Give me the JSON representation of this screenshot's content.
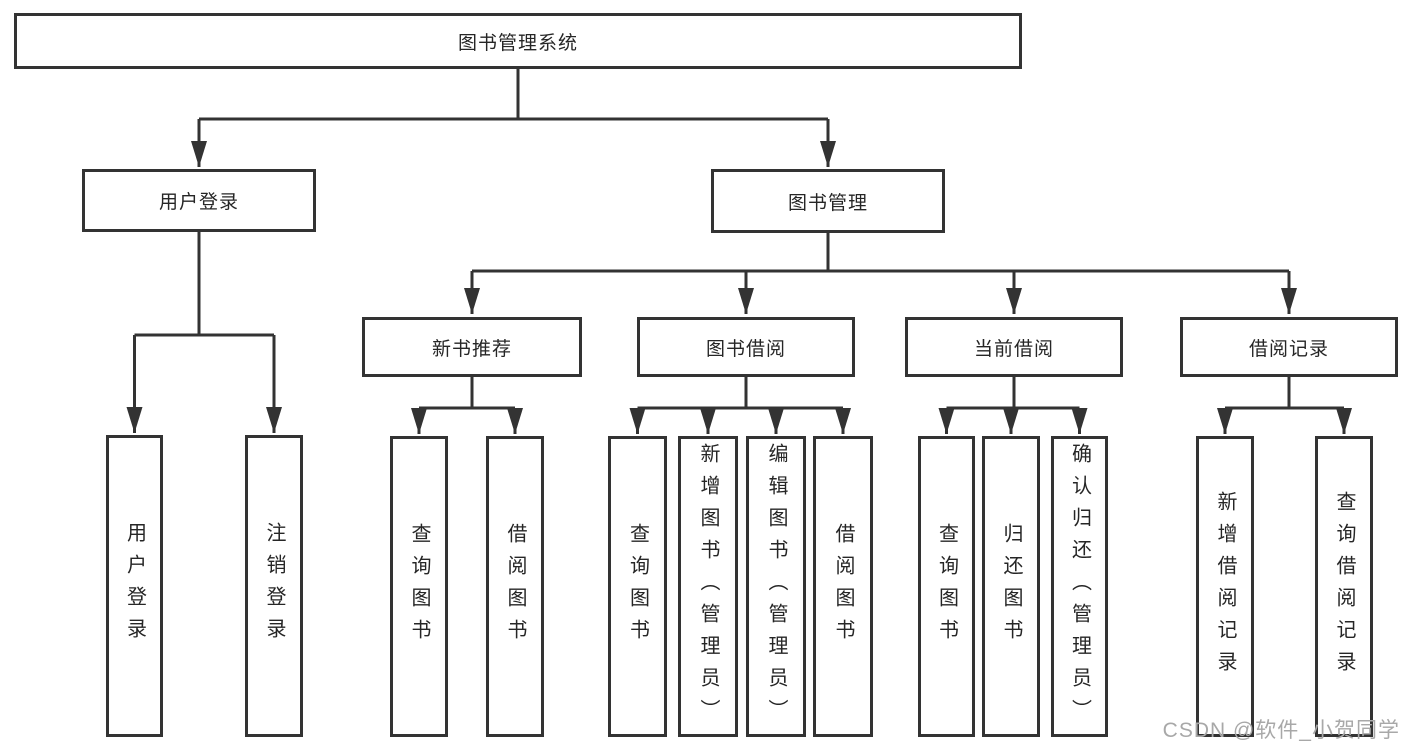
{
  "diagram": {
    "type": "hierarchy-tree",
    "colors": {
      "line": "#333333",
      "box_border": "#333333",
      "box_fill": "#ffffff",
      "text": "#262626",
      "watermark": "#a8a8a8",
      "background": "#ffffff"
    },
    "tree": {
      "label": "图书管理系统",
      "children": [
        {
          "label": "用户登录",
          "children": [
            {
              "label": "用户登录"
            },
            {
              "label": "注销登录"
            }
          ]
        },
        {
          "label": "图书管理",
          "children": [
            {
              "label": "新书推荐",
              "children": [
                {
                  "label": "查询图书"
                },
                {
                  "label": "借阅图书"
                }
              ]
            },
            {
              "label": "图书借阅",
              "children": [
                {
                  "label": "查询图书"
                },
                {
                  "label": "新增图书（管理员）"
                },
                {
                  "label": "编辑图书（管理员）"
                },
                {
                  "label": "借阅图书"
                }
              ]
            },
            {
              "label": "当前借阅",
              "children": [
                {
                  "label": "查询图书"
                },
                {
                  "label": "归还图书"
                },
                {
                  "label": "确认归还（管理员）"
                }
              ]
            },
            {
              "label": "借阅记录",
              "children": [
                {
                  "label": "新增借阅记录"
                },
                {
                  "label": "查询借阅记录"
                }
              ]
            }
          ]
        }
      ]
    },
    "watermark": {
      "text": "CSDN @软件_小贺同学"
    }
  }
}
